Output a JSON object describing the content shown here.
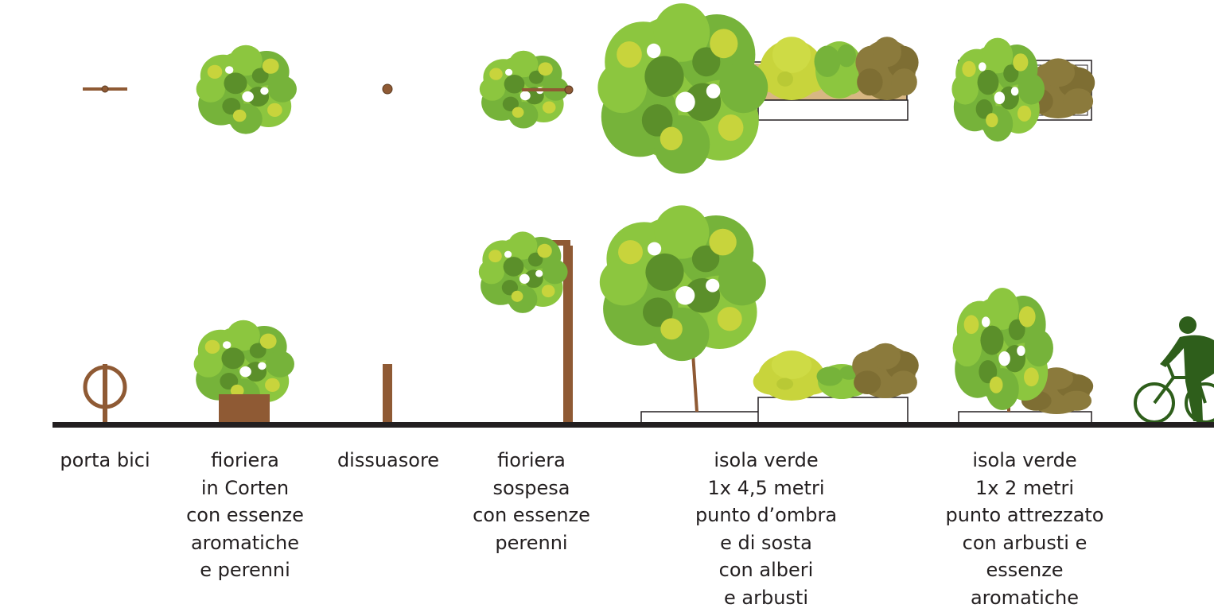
{
  "colors": {
    "ground": "#231f20",
    "corten": "#8f5a34",
    "leaf_light": "#8cc63f",
    "leaf_mid": "#76b33a",
    "leaf_dark": "#5b8f2a",
    "leaf_yellow": "#c8d43c",
    "shrub_brown": "#8b7a3c",
    "sand": "#d8b783",
    "cyclist": "#2e5e1b"
  },
  "icons": [
    "bike-rack-icon",
    "planter-icon",
    "bollard-icon",
    "hanging-planter-icon",
    "tree-icon",
    "shrub-icon",
    "cyclist-icon"
  ],
  "items": [
    {
      "id": "porta-bici",
      "lines": [
        "porta bici"
      ]
    },
    {
      "id": "fioriera-corten",
      "lines": [
        "fioriera",
        "in Corten",
        "con essenze",
        "aromatiche",
        "e perenni"
      ]
    },
    {
      "id": "dissuasore",
      "lines": [
        "dissuasore"
      ]
    },
    {
      "id": "fioriera-sospesa",
      "lines": [
        "fioriera",
        "sospesa",
        "con essenze",
        "perenni"
      ]
    },
    {
      "id": "isola-verde-45",
      "lines": [
        "isola verde",
        "1x 4,5 metri",
        "punto d’ombra",
        "e di sosta",
        "con alberi",
        "e arbusti"
      ]
    },
    {
      "id": "isola-verde-2",
      "lines": [
        "isola verde",
        "1x 2 metri",
        "punto attrezzato",
        "con arbusti e",
        "essenze",
        "aromatiche"
      ]
    }
  ]
}
